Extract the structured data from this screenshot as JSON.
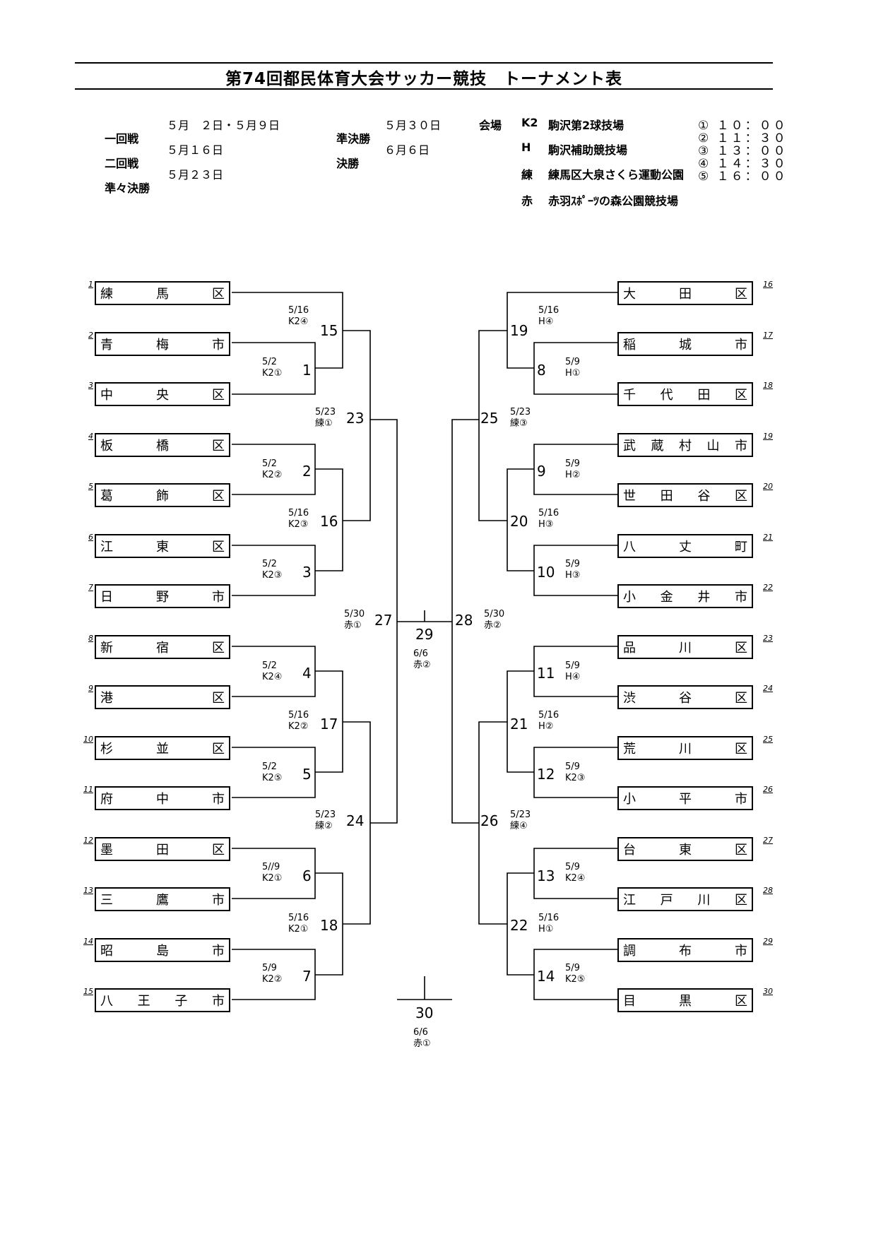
{
  "title": "第74回都民体育大会サッカー競技　トーナメント表",
  "schedule": [
    {
      "round": "一回戦",
      "dates": "５月　２日・５月９日"
    },
    {
      "round": "二回戦",
      "dates": "５月１６日"
    },
    {
      "round": "準々決勝",
      "dates": "５月２３日"
    },
    {
      "round": "準決勝",
      "dates": "５月３０日"
    },
    {
      "round": "決勝",
      "dates": "６月６日"
    }
  ],
  "venues_label": "会場",
  "venues": [
    {
      "code": "K2",
      "name": "駒沢第2球技場"
    },
    {
      "code": "H",
      "name": "駒沢補助競技場"
    },
    {
      "code": "練",
      "name": "練馬区大泉さくら運動公園"
    },
    {
      "code": "赤",
      "name": "赤羽ｽﾎﾟｰﾂの森公園競技場"
    }
  ],
  "times": [
    "① １０：００",
    "② １１：３０",
    "③ １３：００",
    "④ １４：３０",
    "⑤ １６：００"
  ],
  "teams": [
    {
      "seed": "1",
      "chars": [
        "練",
        "馬",
        "区"
      ]
    },
    {
      "seed": "2",
      "chars": [
        "青",
        "梅",
        "市"
      ]
    },
    {
      "seed": "3",
      "chars": [
        "中",
        "央",
        "区"
      ]
    },
    {
      "seed": "4",
      "chars": [
        "板",
        "橋",
        "区"
      ]
    },
    {
      "seed": "5",
      "chars": [
        "葛",
        "飾",
        "区"
      ]
    },
    {
      "seed": "6",
      "chars": [
        "江",
        "東",
        "区"
      ]
    },
    {
      "seed": "7",
      "chars": [
        "日",
        "野",
        "市"
      ]
    },
    {
      "seed": "8",
      "chars": [
        "新",
        "宿",
        "区"
      ]
    },
    {
      "seed": "9",
      "chars": [
        "港",
        "区"
      ]
    },
    {
      "seed": "10",
      "chars": [
        "杉",
        "並",
        "区"
      ]
    },
    {
      "seed": "11",
      "chars": [
        "府",
        "中",
        "市"
      ]
    },
    {
      "seed": "12",
      "chars": [
        "墨",
        "田",
        "区"
      ]
    },
    {
      "seed": "13",
      "chars": [
        "三",
        "鷹",
        "市"
      ]
    },
    {
      "seed": "14",
      "chars": [
        "昭",
        "島",
        "市"
      ]
    },
    {
      "seed": "15",
      "chars": [
        "八",
        "王",
        "子",
        "市"
      ]
    },
    {
      "seed": "16",
      "chars": [
        "大",
        "田",
        "区"
      ]
    },
    {
      "seed": "17",
      "chars": [
        "稲",
        "城",
        "市"
      ]
    },
    {
      "seed": "18",
      "chars": [
        "千",
        "代",
        "田",
        "区"
      ]
    },
    {
      "seed": "19",
      "chars": [
        "武",
        "蔵",
        "村",
        "山",
        "市"
      ]
    },
    {
      "seed": "20",
      "chars": [
        "世",
        "田",
        "谷",
        "区"
      ]
    },
    {
      "seed": "21",
      "chars": [
        "八",
        "丈",
        "町"
      ]
    },
    {
      "seed": "22",
      "chars": [
        "小",
        "金",
        "井",
        "市"
      ]
    },
    {
      "seed": "23",
      "chars": [
        "品",
        "川",
        "区"
      ]
    },
    {
      "seed": "24",
      "chars": [
        "渋",
        "谷",
        "区"
      ]
    },
    {
      "seed": "25",
      "chars": [
        "荒",
        "川",
        "区"
      ]
    },
    {
      "seed": "26",
      "chars": [
        "小",
        "平",
        "市"
      ]
    },
    {
      "seed": "27",
      "chars": [
        "台",
        "東",
        "区"
      ]
    },
    {
      "seed": "28",
      "chars": [
        "江",
        "戸",
        "川",
        "区"
      ]
    },
    {
      "seed": "29",
      "chars": [
        "調",
        "布",
        "市"
      ]
    },
    {
      "seed": "30",
      "chars": [
        "目",
        "黒",
        "区"
      ]
    }
  ],
  "matches": [
    {
      "no": "15",
      "date": "5/16",
      "venue": "K2④"
    },
    {
      "no": "1",
      "date": "5/2",
      "venue": "K2①"
    },
    {
      "no": "23",
      "date": "5/23",
      "venue": "練①"
    },
    {
      "no": "2",
      "date": "5/2",
      "venue": "K2②"
    },
    {
      "no": "16",
      "date": "5/16",
      "venue": "K2③"
    },
    {
      "no": "3",
      "date": "5/2",
      "venue": "K2③"
    },
    {
      "no": "27",
      "date": "5/30",
      "venue": "赤①"
    },
    {
      "no": "4",
      "date": "5/2",
      "venue": "K2④"
    },
    {
      "no": "17",
      "date": "5/16",
      "venue": "K2②"
    },
    {
      "no": "5",
      "date": "5/2",
      "venue": "K2⑤"
    },
    {
      "no": "24",
      "date": "5/23",
      "venue": "練②"
    },
    {
      "no": "6",
      "date": "5//9",
      "venue": "K2①"
    },
    {
      "no": "18",
      "date": "5/16",
      "venue": "K2①"
    },
    {
      "no": "7",
      "date": "5/9",
      "venue": "K2②"
    },
    {
      "no": "19",
      "date": "5/16",
      "venue": "H④"
    },
    {
      "no": "8",
      "date": "5/9",
      "venue": "H①"
    },
    {
      "no": "25",
      "date": "5/23",
      "venue": "練③"
    },
    {
      "no": "9",
      "date": "5/9",
      "venue": "H②"
    },
    {
      "no": "20",
      "date": "5/16",
      "venue": "H③"
    },
    {
      "no": "10",
      "date": "5/9",
      "venue": "H③"
    },
    {
      "no": "28",
      "date": "5/30",
      "venue": "赤②"
    },
    {
      "no": "11",
      "date": "5/9",
      "venue": "H④"
    },
    {
      "no": "21",
      "date": "5/16",
      "venue": "H②"
    },
    {
      "no": "12",
      "date": "5/9",
      "venue": "K2③"
    },
    {
      "no": "26",
      "date": "5/23",
      "venue": "練④"
    },
    {
      "no": "13",
      "date": "5/9",
      "venue": "K2④"
    },
    {
      "no": "22",
      "date": "5/16",
      "venue": "H①"
    },
    {
      "no": "14",
      "date": "5/9",
      "venue": "K2⑤"
    },
    {
      "no": "29",
      "date": "6/6",
      "venue": "赤②"
    },
    {
      "no": "30",
      "date": "6/6",
      "venue": "赤①"
    }
  ]
}
